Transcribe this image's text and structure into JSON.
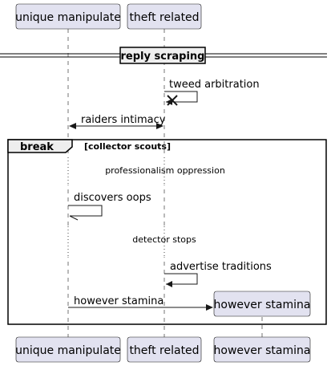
{
  "participants": {
    "p1": "unique manipulate",
    "p2": "theft related",
    "p3": "however stamina"
  },
  "divider": {
    "label": "reply scraping"
  },
  "messages": {
    "m1": "tweed arbitration",
    "m2": "raiders intimacy",
    "m3": "discovers oops",
    "m4": "advertise traditions",
    "m5": "however stamina"
  },
  "delays": {
    "d1": "professionalism oppression",
    "d2": "detector stops"
  },
  "break_fragment": {
    "keyword": "break",
    "condition": "[collector scouts]"
  },
  "colors": {
    "participant_fill": "#e2e2f0",
    "line": "#181818"
  }
}
